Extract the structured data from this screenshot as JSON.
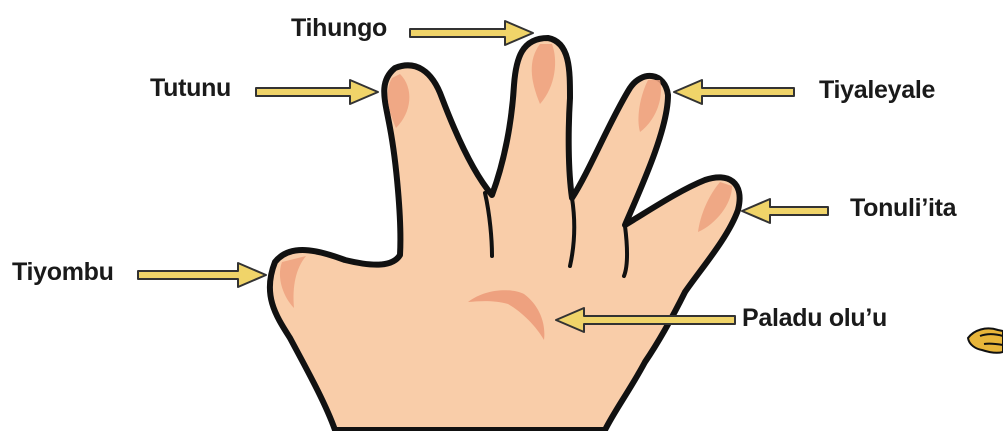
{
  "labels": {
    "thumb": "Tiyombu",
    "index": "Tutunu",
    "middle": "Tihungo",
    "ring": "Tiyaleyale",
    "little": "Tonuli’ita",
    "palm": "Paladu olu’u"
  },
  "colors": {
    "skin": "#f9cda9",
    "skin_shadow": "#eea17f",
    "outline": "#111111",
    "arrow_fill": "#f0d469",
    "arrow_outline": "#333333",
    "text": "#1a1a1a",
    "background": "#ffffff"
  },
  "icons": [
    "hand-illustration",
    "pointing-hand-icon"
  ]
}
